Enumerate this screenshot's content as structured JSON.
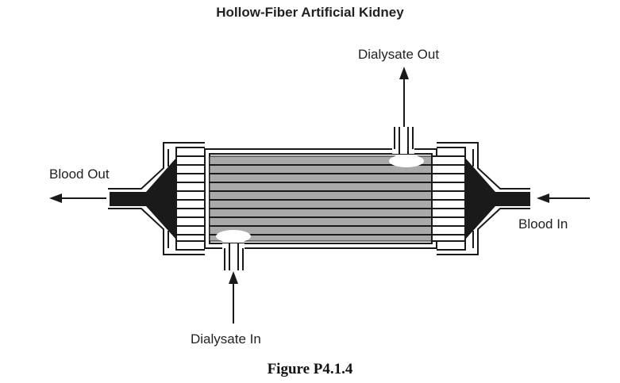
{
  "title": "Hollow-Fiber Artificial Kidney",
  "caption": "Figure P4.1.4",
  "labels": {
    "dialysate_out": "Dialysate Out",
    "blood_out": "Blood Out",
    "blood_in": "Blood In",
    "dialysate_in": "Dialysate In"
  },
  "colors": {
    "outline": "#1a1a1a",
    "fiber_fill": "#a9a9a9",
    "header_fill": "#1a1a1a",
    "background": "#ffffff"
  }
}
